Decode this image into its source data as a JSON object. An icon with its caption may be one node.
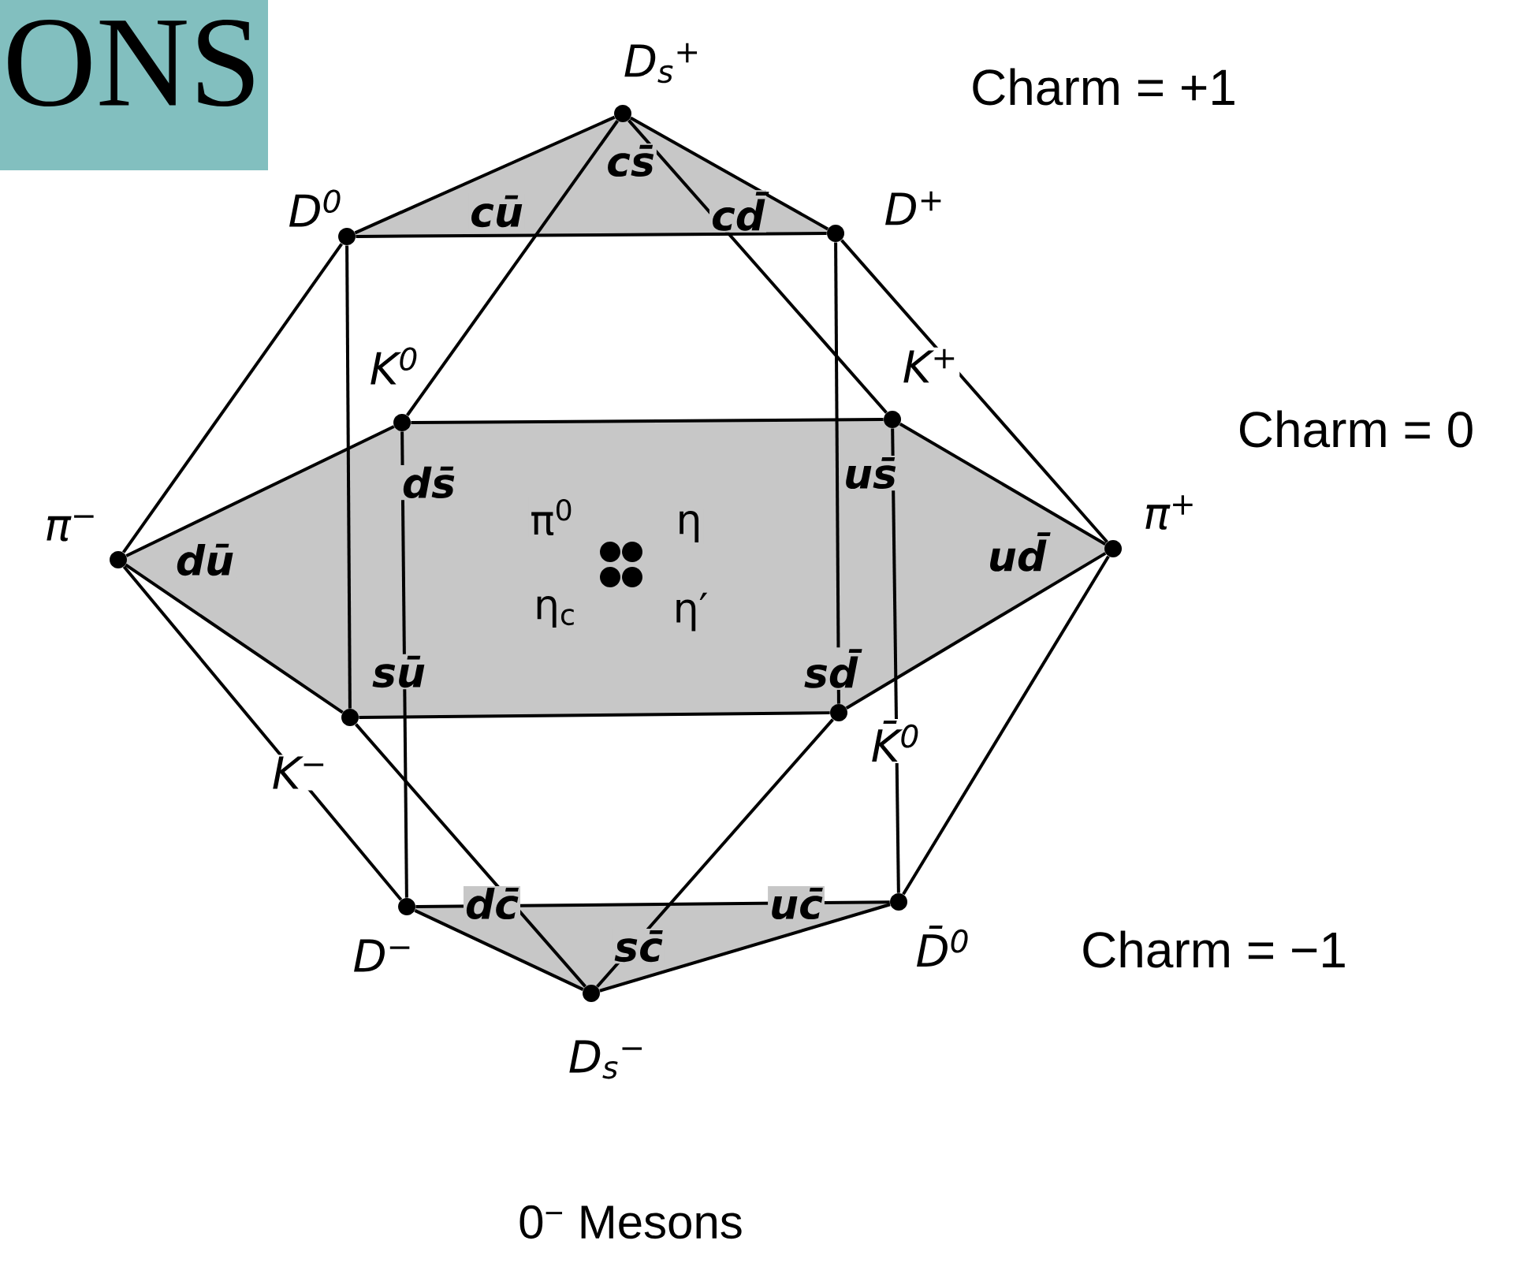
{
  "diagram": {
    "title": "ONS",
    "caption": "0$^{−}$ Mesons",
    "nodes": [
      {
        "text": [],
        "shape": "circle",
        "beside": [
          "D$_{s}$$^{+}$",
          "cs̄"
        ]
      },
      {
        "text": [],
        "shape": "circle",
        "beside": [
          "D$^{0}$",
          "cū"
        ]
      },
      {
        "text": [],
        "shape": "circle",
        "beside": [
          "D$^{+}$",
          "cd̄"
        ]
      },
      {
        "text": [],
        "shape": "circle",
        "beside": [
          "K$^{0}$",
          "ds̄"
        ]
      },
      {
        "text": [],
        "shape": "circle",
        "beside": [
          "K$^{+}$",
          "us̄"
        ]
      },
      {
        "text": [],
        "shape": "circle",
        "beside": [
          "π$^{−}$",
          "dū"
        ]
      },
      {
        "text": [],
        "shape": "circle",
        "beside": [
          "π$^{+}$",
          "ud̄"
        ]
      },
      {
        "text": [],
        "shape": "circle",
        "beside": [
          "π$^{0}$"
        ]
      },
      {
        "text": [],
        "shape": "circle",
        "beside": [
          "η"
        ]
      },
      {
        "text": [],
        "shape": "circle",
        "beside": [
          "η$_{c}$"
        ]
      },
      {
        "text": [],
        "shape": "circle",
        "beside": [
          "η′"
        ]
      },
      {
        "text": [],
        "shape": "circle",
        "beside": [
          "K$^{−}$",
          "sū"
        ]
      },
      {
        "text": [],
        "shape": "circle",
        "beside": [
          "K̄$^{0}$",
          "sd̄"
        ]
      },
      {
        "text": [],
        "shape": "circle",
        "beside": [
          "D$^{−}$",
          "dc̄"
        ]
      },
      {
        "text": [],
        "shape": "circle",
        "beside": [
          "D̄$^{0}$",
          "uc̄"
        ]
      },
      {
        "text": [],
        "shape": "circle",
        "beside": [
          "D$_{s}$$^{−}$",
          "sc̄"
        ]
      }
    ],
    "edges": [
      {
        "from": 0,
        "to": 1,
        "arrow": "none"
      },
      {
        "from": 0,
        "to": 2,
        "arrow": "none"
      },
      {
        "from": 1,
        "to": 2,
        "arrow": "none"
      },
      {
        "from": 0,
        "to": 3,
        "arrow": "none"
      },
      {
        "from": 0,
        "to": 4,
        "arrow": "none"
      },
      {
        "from": 1,
        "to": 5,
        "arrow": "none"
      },
      {
        "from": 1,
        "to": 11,
        "arrow": "none"
      },
      {
        "from": 2,
        "to": 6,
        "arrow": "none"
      },
      {
        "from": 2,
        "to": 12,
        "arrow": "none"
      },
      {
        "from": 3,
        "to": 4,
        "arrow": "none"
      },
      {
        "from": 3,
        "to": 5,
        "arrow": "none"
      },
      {
        "from": 4,
        "to": 6,
        "arrow": "none"
      },
      {
        "from": 3,
        "to": 13,
        "arrow": "none"
      },
      {
        "from": 4,
        "to": 14,
        "arrow": "none"
      },
      {
        "from": 5,
        "to": 11,
        "arrow": "none"
      },
      {
        "from": 6,
        "to": 12,
        "arrow": "none"
      },
      {
        "from": 11,
        "to": 12,
        "arrow": "none"
      },
      {
        "from": 5,
        "to": 13,
        "arrow": "none"
      },
      {
        "from": 6,
        "to": 14,
        "arrow": "none"
      },
      {
        "from": 11,
        "to": 15,
        "arrow": "none"
      },
      {
        "from": 12,
        "to": 15,
        "arrow": "none"
      },
      {
        "from": 13,
        "to": 14,
        "arrow": "none"
      },
      {
        "from": 13,
        "to": 15,
        "arrow": "none"
      },
      {
        "from": 15,
        "to": 14,
        "arrow": "none"
      }
    ],
    "labels": [
      "Charm = +1",
      "Charm = 0",
      "Charm = −1"
    ]
  }
}
